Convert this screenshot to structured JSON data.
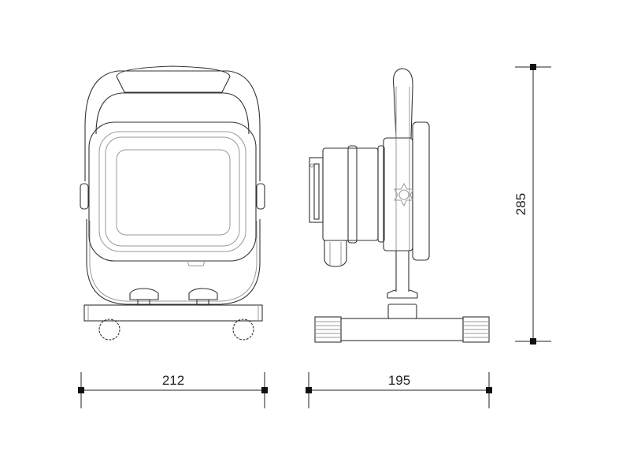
{
  "drawing": {
    "dimensions": {
      "width_front": "212",
      "depth_side": "195",
      "height": "285"
    }
  }
}
